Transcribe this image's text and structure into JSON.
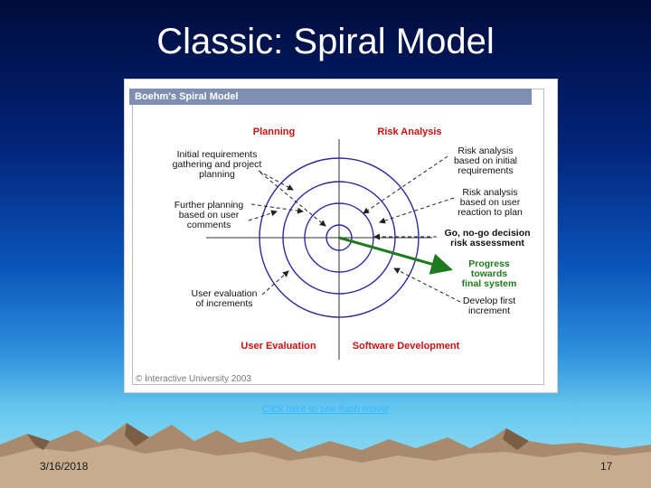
{
  "slide": {
    "title": "Classic: Spiral Model",
    "date": "3/16/2018",
    "page_number": "17",
    "flash_link": "Click here to see flash movie"
  },
  "figure": {
    "header": "Boehm's Spiral Model",
    "copyright": "© Interactive University 2003",
    "quadrants": {
      "top_left": "Planning",
      "top_right": "Risk Analysis",
      "bottom_left": "User Evaluation",
      "bottom_right": "Software Development"
    },
    "labels": {
      "initial_req": [
        "Initial requirements",
        "gathering and project",
        "planning"
      ],
      "further_planning": [
        "Further planning",
        "based on user",
        "comments"
      ],
      "user_eval": [
        "User evaluation",
        "of increments"
      ],
      "risk_initial": [
        "Risk analysis",
        "based on initial",
        "requirements"
      ],
      "risk_user": [
        "Risk analysis",
        "based on user",
        "reaction to plan"
      ],
      "go_nogo": [
        "Go, no-go decision",
        "risk assessment"
      ],
      "progress": [
        "Progress",
        "towards",
        "final system"
      ],
      "develop": [
        "Develop first",
        "increment"
      ]
    },
    "colors": {
      "quadrant_label": "#cc1111",
      "spiral": "#2a2a9e",
      "progress": "#1f7a1f",
      "header_bg": "#7f8fb3"
    }
  }
}
